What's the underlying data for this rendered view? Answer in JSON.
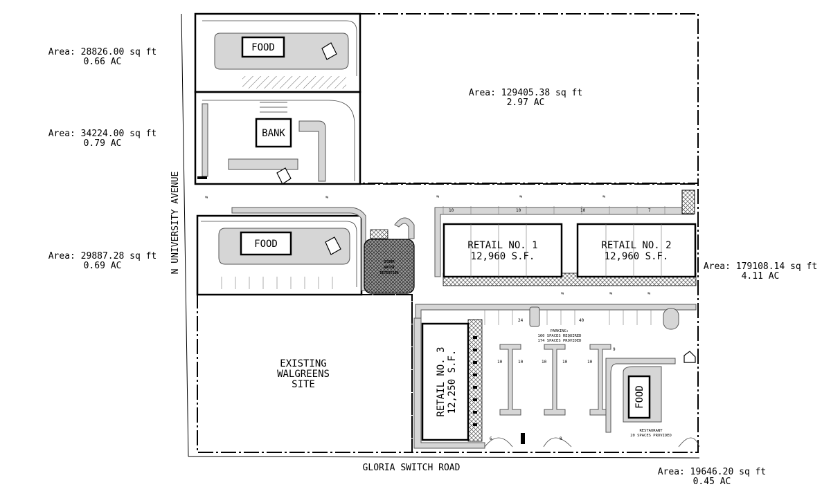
{
  "areas": {
    "food_top": {
      "sqft": "Area: 28826.00 sq ft",
      "ac": "0.66 AC"
    },
    "big_lot": {
      "sqft": "Area: 129405.38 sq ft",
      "ac": "2.97 AC"
    },
    "bank_lot": {
      "sqft": "Area: 34224.00 sq ft",
      "ac": "0.79 AC"
    },
    "food_mid": {
      "sqft": "Area: 29887.28 sq ft",
      "ac": "0.69 AC"
    },
    "retail_lot": {
      "sqft": "Area: 179108.14 sq ft",
      "ac": "4.11 AC"
    },
    "corner_lot": {
      "sqft": "Area: 19646.20 sq ft",
      "ac": "0.45 AC"
    }
  },
  "buildings": {
    "food_top": "FOOD",
    "bank": "BANK",
    "food_mid": "FOOD",
    "retail1": {
      "name": "RETAIL NO. 1",
      "size": "12,960 S.F."
    },
    "retail2": {
      "name": "RETAIL NO. 2",
      "size": "12,960 S.F."
    },
    "retail3": {
      "name": "RETAIL NO. 3",
      "size": "12,250 S.F."
    },
    "food_corner": "FOOD"
  },
  "storm": {
    "l1": "STORM",
    "l2": "WATER",
    "l3": "DETENTION"
  },
  "walgreens": {
    "l1": "EXISTING",
    "l2": "WALGREENS",
    "l3": "SITE"
  },
  "roads": {
    "west": "N UNIVERSITY AVENUE",
    "south": "GLORIA SWITCH ROAD"
  },
  "parking": {
    "l1": "PARKING:",
    "l2": "160 SPACES REQUIRED",
    "l3": "174 SPACES PROVIDED"
  },
  "restaurant": {
    "l1": "RESTAURANT",
    "l2": "20 SPACES PROVIDED"
  },
  "stall_counts": {
    "top_a": "10",
    "top_b": "10",
    "top_c": "10",
    "top_d": "7",
    "row_24": "24",
    "row_40": "40",
    "island_1a": "10",
    "island_1b": "10",
    "island_2a": "10",
    "island_2b": "10",
    "island_3a": "10",
    "east_9": "9",
    "bot_6": "6",
    "bot_8": "8"
  }
}
